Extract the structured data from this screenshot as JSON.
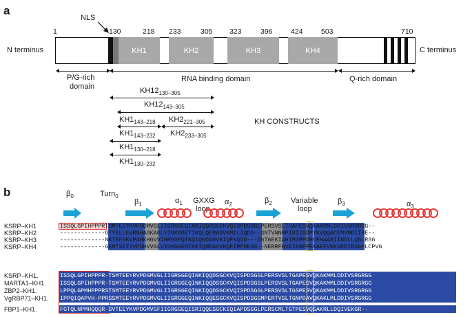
{
  "panel_a": {
    "letter": "a",
    "nls_label": "NLS",
    "positions": [
      "1",
      "130",
      "218",
      "233",
      "305",
      "323",
      "396",
      "424",
      "503",
      "710"
    ],
    "n_terminus": "N terminus",
    "c_terminus": "C terminus",
    "kh_domains": [
      "KH1",
      "KH2",
      "KH3",
      "KH4"
    ],
    "pg_domain": [
      "P/G-rich",
      "domain"
    ],
    "rna_domain": "RNA binding domain",
    "q_domain": "Q-rich domain",
    "constructs_title": "KH CONSTRUCTS",
    "constructs": [
      {
        "name": "KH12",
        "sub": "130–305"
      },
      {
        "name": "KH12",
        "sub": "143–305"
      },
      {
        "name": "KH1",
        "sub": "143–218"
      },
      {
        "name": "KH2",
        "sub": "221–305"
      },
      {
        "name": "KH1",
        "sub": "143–232"
      },
      {
        "name": "KH2",
        "sub": "233–305"
      },
      {
        "name": "KH1",
        "sub": "130–218"
      },
      {
        "name": "KH1",
        "sub": "130–232"
      }
    ]
  },
  "panel_b": {
    "letter": "b",
    "secondary_structure": [
      {
        "label": "β",
        "sub": "0"
      },
      {
        "label": "Turn",
        "sub": "0"
      },
      {
        "label": "β",
        "sub": "1"
      },
      {
        "label": "α",
        "sub": "1"
      },
      {
        "label": "GXXG",
        "sub": ""
      },
      {
        "label": "loop",
        "sub": ""
      },
      {
        "label": "α",
        "sub": "2"
      },
      {
        "label": "β",
        "sub": "2"
      },
      {
        "label": "Variable",
        "sub": ""
      },
      {
        "label": "loop",
        "sub": ""
      },
      {
        "label": "β",
        "sub": "3"
      },
      {
        "label": "α",
        "sub": "3"
      }
    ],
    "alignment1": [
      {
        "label": "KSRP–KH1",
        "seq": "ISSQLGPIHPPPRTSMTEEYRVPDGMVGLIIGRGGEQINKIQQDSGCKVQISPDSGGLPERSVSLTGAPESVQKAKMMLDDIVSRGRGG--"
      },
      {
        "label": "KSRP–KH2",
        "seq": "-------------GTYELLEVRNHAGKAGLVIGKGGETIKQLQERAGVKMILIQDG--SNTVNNRPIRIIGDPYKVQQACEMVMDIIRE--"
      },
      {
        "label": "KSRP–KH3",
        "seq": "-------------NKTEEYKVPAHKHGVVIGRGGEQIKQIQNDAGVRIQFKQDD---DGTGEKIAHIMGPPDRCEHAARIINDLLQSLRSG"
      },
      {
        "label": "KSRP–KH4",
        "seq": "-------------GEMTSEIYVPDHVVGLVIGKGGEMIKKIQNDAGVKQFIRPDEGS--NERRFHVEIEGPPEKAEFVKKVEDIRSGPLCPVG"
      }
    ],
    "alignment2": [
      {
        "label": "KSRP–KH1.",
        "seq": "ISSQLGPIHPPPR-TSMTEEYRVPDGMVGLIIGRGGEQINKIQQDSGCKVQISPDSGGLPERSVSLTGAPESVQKAKMMLDDIVSRGRGG"
      },
      {
        "label": "MARTA1–KH1.",
        "seq": "ISSQLGPIHPPPR-TSMTEEYRVPDGMVGLIIGRGGEQINKIQQDSGCKVQISPDSGGLPERSVSLTGAPESVQKAKMMLDDIVSRGRGG"
      },
      {
        "label": "ZBP2–KH1.",
        "seq": "LPPQLGPMHPPPRSTSMTEEYRVPDGMVGLIIGRGGEQINKIQQDSGCKVQISPDSGGLPERSVSLTGSPESVQKAKMMLDDIVSRGRGG"
      },
      {
        "label": "VgRBP71–KH1.",
        "seq": "IPPQIQAPVH-PPRSSMTEEYRVPDGMVGLIIGRGGEQINKIQQESGCKVQISPDSGGMPERTVSLTGNPDAVQKAKLMLDDIVSRGRGG"
      },
      {
        "label": "FBP1–KH1.",
        "seq": "FGTQLNPMHQQQR-SVTEEYKVPDGMVGFIIGRGGEQISRIQQESGCKIQIAPDSGGLPERSCMLTGTPESVQSAKRLLDQIVEKGR--"
      }
    ]
  }
}
